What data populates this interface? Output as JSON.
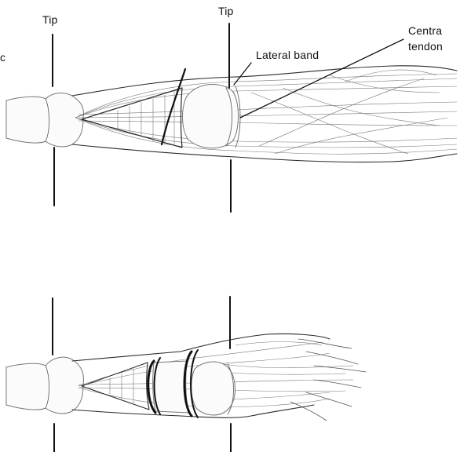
{
  "labels": {
    "tip_left": "Tip",
    "tip_right": "Tip",
    "lateral_band": "Lateral band",
    "central_tendon_line1": "Centra",
    "central_tendon_line2": "tendon"
  },
  "colors": {
    "ink": "#111111",
    "tendon_fibers": "#777777",
    "background": "#ffffff"
  }
}
